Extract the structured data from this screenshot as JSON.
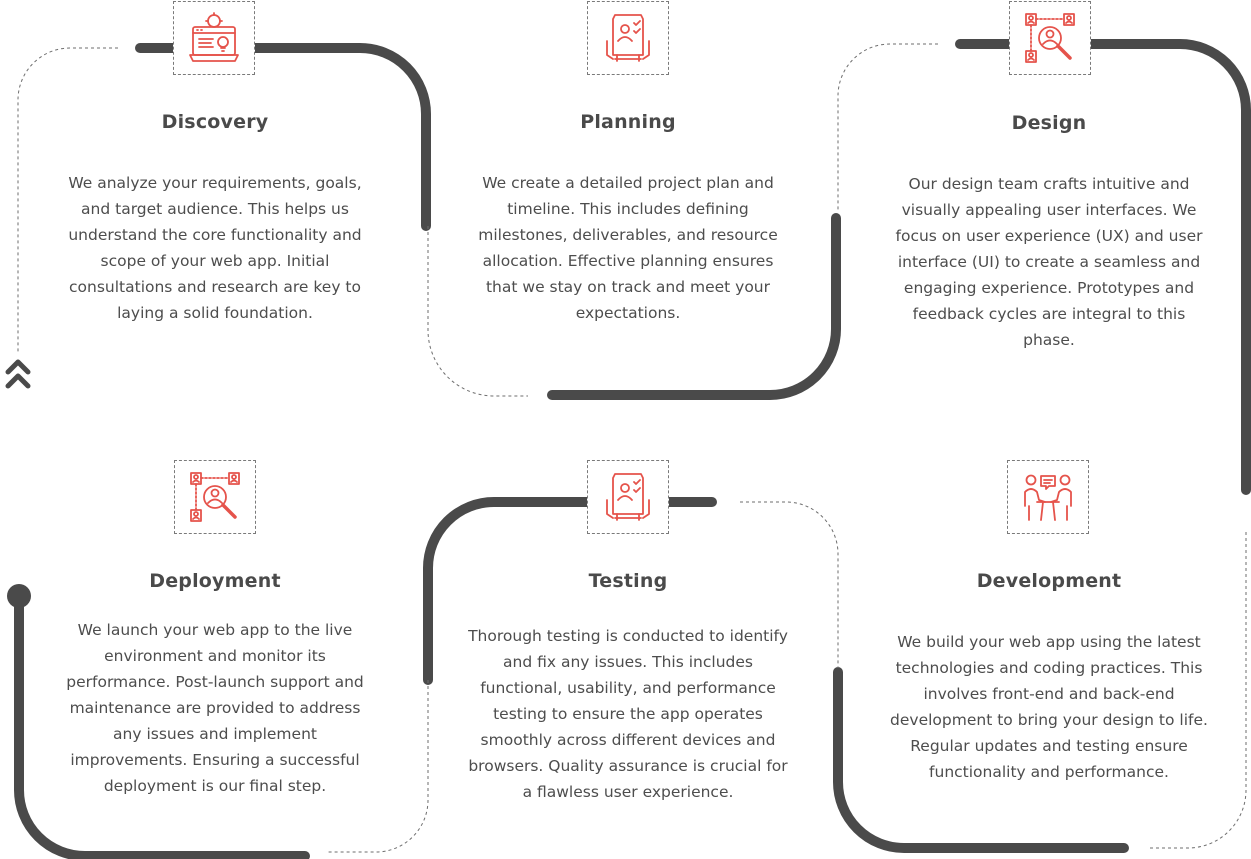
{
  "colors": {
    "accent": "#e5534b",
    "track": "#4a4a4a",
    "text": "#4d4d4d"
  },
  "steps": [
    {
      "title": "Discovery",
      "icon": "web-app-lightbulb-icon",
      "description": "We analyze your requirements, goals, and target audience. This helps us understand the core functionality and scope of your web app. Initial consultations and research are key to laying a solid foundation."
    },
    {
      "title": "Planning",
      "icon": "checklist-person-icon",
      "description": "We create a detailed project plan and timeline. This includes defining milestones, deliverables, and resource allocation. Effective planning ensures that we stay on track and meet your expectations."
    },
    {
      "title": "Design",
      "icon": "user-search-icon",
      "description": "Our design team crafts intuitive and visually appealing user interfaces. We focus on user experience (UX) and user interface (UI) to create a seamless and engaging experience. Prototypes and feedback cycles are integral to this phase."
    },
    {
      "title": "Development",
      "icon": "team-discussion-icon",
      "description": "We build your web app using the latest technologies and coding practices. This involves front-end and back-end development to bring your design to life. Regular updates and testing ensure functionality and performance."
    },
    {
      "title": "Testing",
      "icon": "checklist-person-icon",
      "description": "Thorough testing is conducted to identify and fix any issues. This includes functional, usability, and performance testing to ensure the app operates smoothly across different devices and browsers. Quality assurance is crucial for a flawless user experience."
    },
    {
      "title": "Deployment",
      "icon": "user-search-icon",
      "description": "We launch your web app to the live environment and monitor its performance. Post-launch support and maintenance are provided to address any issues and implement improvements. Ensuring a successful deployment is our final step."
    }
  ]
}
